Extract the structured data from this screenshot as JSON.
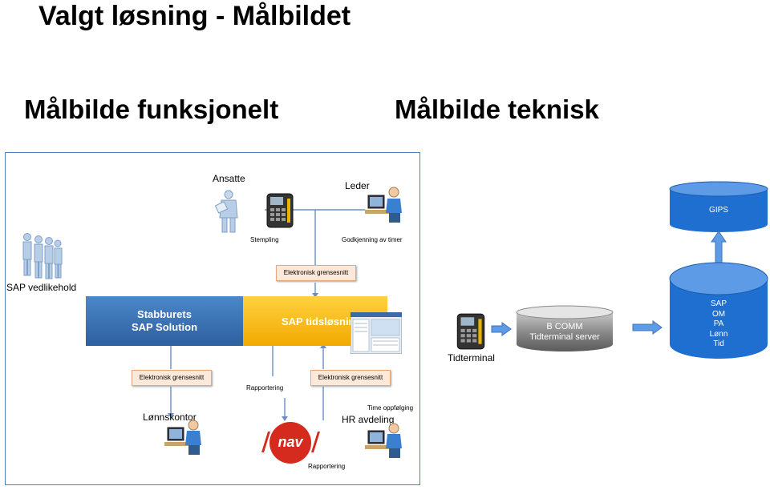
{
  "header": {
    "title": "Valgt løsning - Målbildet",
    "left_subtitle": "Målbilde funksjonelt",
    "right_subtitle": "Målbilde teknisk"
  },
  "functional": {
    "ansatte": "Ansatte",
    "leder": "Leder",
    "stempling": "Stempling",
    "godkjenning": "Godkjenning av timer",
    "sap_vedlikehold": "SAP vedlikehold",
    "iface_top": "Elektronisk grensesnitt",
    "stabburets_line1": "Stabburets",
    "stabburets_line2": "SAP  Solution",
    "sap_tidslosning": "SAP tidsløsning",
    "iface_left": "Elektronisk grensesnitt",
    "iface_right": "Elektronisk grensesnitt",
    "rapportering_mid": "Rapportering",
    "time_oppfolging": "Time oppfølging",
    "lonnskontor": "Lønnskontor",
    "hr_avdeling": "HR avdeling",
    "nav_logo": "nav",
    "rapportering_bottom": "Rapportering"
  },
  "technical": {
    "gips": "GIPS",
    "tidterminal": "Tidterminal",
    "bcomm_line1": "B COMM",
    "bcomm_line2": "Tidterminal server",
    "sap_items": [
      "SAP",
      "OM",
      "PA",
      "Lønn",
      "Tid"
    ]
  },
  "colors": {
    "panel_border": "#4f81bd",
    "stabburets_blue": "#2e5f9f",
    "sap_yellow": "#f2a900",
    "cylinder_blue": "#1f6fd1",
    "iface_fill": "#fde9d9",
    "nav_red": "#d52b1e"
  }
}
